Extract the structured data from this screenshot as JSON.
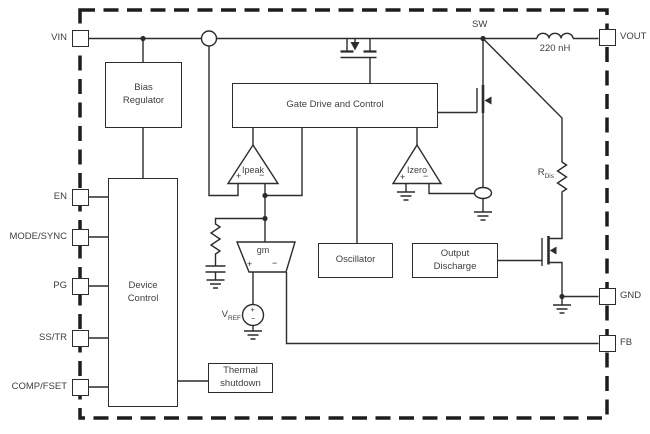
{
  "pins": {
    "vin": "VIN",
    "en": "EN",
    "mode_sync": "MODE/SYNC",
    "pg": "PG",
    "ss_tr": "SS/TR",
    "comp_fset": "COMP/FSET",
    "vout": "VOUT",
    "gnd": "GND",
    "fb": "FB",
    "sw": "SW"
  },
  "blocks": {
    "bias_regulator": {
      "line1": "Bias",
      "line2": "Regulator"
    },
    "gate_drive_control": {
      "label": "Gate Drive and Control"
    },
    "device_control": {
      "line1": "Device",
      "line2": "Control"
    },
    "oscillator": {
      "label": "Oscillator"
    },
    "output_discharge": {
      "line1": "Output",
      "line2": "Discharge"
    },
    "thermal_shutdown": {
      "line1": "Thermal",
      "line2": "shutdown"
    }
  },
  "components": {
    "ipeak_comparator": "Ipeak",
    "izero_comparator": "Izero",
    "gm_amplifier": "gm",
    "vref_source": {
      "base": "V",
      "subscript": "REF"
    },
    "discharge_resistor": {
      "base": "R",
      "subscript": "Dis"
    },
    "inductor_value": "220 nH"
  },
  "symbols": {
    "plus": "+",
    "minus": "−"
  },
  "colors": {
    "line": "#2c2c2c",
    "text": "#3e3e3e",
    "background": "#ffffff"
  }
}
